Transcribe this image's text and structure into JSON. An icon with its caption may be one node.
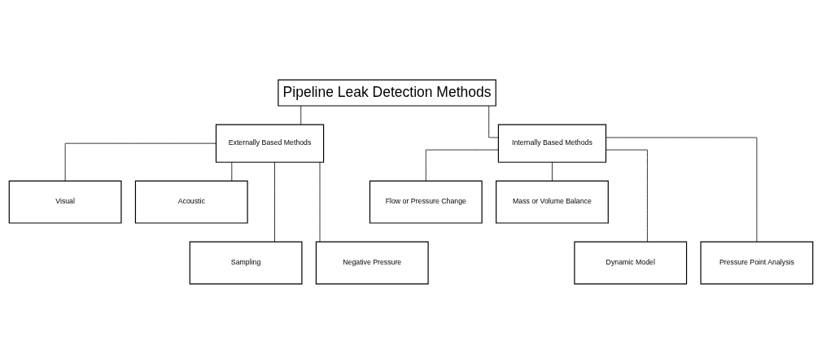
{
  "diagram": {
    "nodes": [
      {
        "text": [
          "Pipeline Leak Detection Methods"
        ]
      },
      {
        "text": [
          "Externally Based Methods"
        ]
      },
      {
        "text": [
          "Internally Based Methods"
        ]
      },
      {
        "text": [
          "Visual"
        ]
      },
      {
        "text": [
          "Acoustic"
        ]
      },
      {
        "text": [
          "Sampling"
        ]
      },
      {
        "text": [
          "Negative Pressure"
        ]
      },
      {
        "text": [
          "Flow or Pressure Change"
        ]
      },
      {
        "text": [
          "Mass or Volume Balance"
        ]
      },
      {
        "text": [
          "Dynamic Model"
        ]
      },
      {
        "text": [
          "Pressure Point Analysis"
        ]
      }
    ],
    "edges": [
      {
        "from": 0,
        "to": 1,
        "arrow": "none"
      },
      {
        "from": 0,
        "to": 2,
        "arrow": "none"
      },
      {
        "from": 1,
        "to": 3,
        "arrow": "none"
      },
      {
        "from": 1,
        "to": 4,
        "arrow": "none"
      },
      {
        "from": 1,
        "to": 5,
        "arrow": "none"
      },
      {
        "from": 1,
        "to": 6,
        "arrow": "none"
      },
      {
        "from": 2,
        "to": 7,
        "arrow": "none"
      },
      {
        "from": 2,
        "to": 8,
        "arrow": "none"
      },
      {
        "from": 2,
        "to": 9,
        "arrow": "none"
      },
      {
        "from": 2,
        "to": 10,
        "arrow": "none"
      }
    ]
  }
}
